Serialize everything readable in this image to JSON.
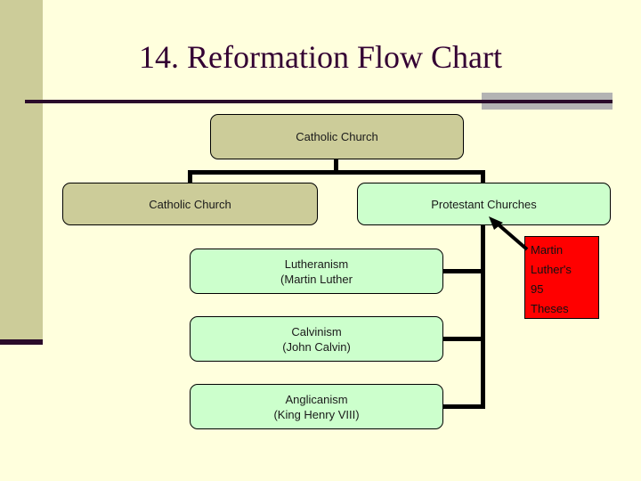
{
  "slide": {
    "title": "14. Reformation Flow Chart",
    "background_color": "#ffffdd",
    "accent_color": "#330033",
    "sidebar_color": "#cccc99",
    "rule_block_color": "#b3b3b3"
  },
  "chart_data": {
    "type": "diagram",
    "title": "14. Reformation Flow Chart",
    "nodes": [
      {
        "id": "root",
        "label": "Catholic Church",
        "fill": "#cccc99"
      },
      {
        "id": "catholic",
        "label": "Catholic Church",
        "fill": "#cccc99"
      },
      {
        "id": "protestant",
        "label": "Protestant Churches",
        "fill": "#ccffcc"
      },
      {
        "id": "lutheranism",
        "label": "Lutheranism\n(Martin Luther",
        "fill": "#ccffcc"
      },
      {
        "id": "calvinism",
        "label": "Calvinism\n(John Calvin)",
        "fill": "#ccffcc"
      },
      {
        "id": "anglicanism",
        "label": "Anglicanism\n(King Henry VIII)",
        "fill": "#ccffcc"
      },
      {
        "id": "theses",
        "label": "Martin Luther's 95 Theses",
        "fill": "#ff0000"
      }
    ],
    "edges": [
      {
        "from": "root",
        "to": "catholic"
      },
      {
        "from": "root",
        "to": "protestant"
      },
      {
        "from": "protestant",
        "to": "lutheranism"
      },
      {
        "from": "protestant",
        "to": "calvinism"
      },
      {
        "from": "protestant",
        "to": "anglicanism"
      },
      {
        "from": "theses",
        "to": "protestant",
        "style": "arrow"
      }
    ]
  },
  "nodes": {
    "root": {
      "label": "Catholic Church"
    },
    "catholic": {
      "label": "Catholic Church"
    },
    "protestant": {
      "label": "Protestant Churches"
    },
    "lutheranism": {
      "line1": "Lutheranism",
      "line2": "(Martin Luther"
    },
    "calvinism": {
      "line1": "Calvinism",
      "line2": "(John Calvin)"
    },
    "anglicanism": {
      "line1": "Anglicanism",
      "line2": "(King Henry VIII)"
    },
    "theses": {
      "line1": "Martin",
      "line2": "Luther's",
      "line3": "95",
      "line4": "Theses"
    }
  }
}
